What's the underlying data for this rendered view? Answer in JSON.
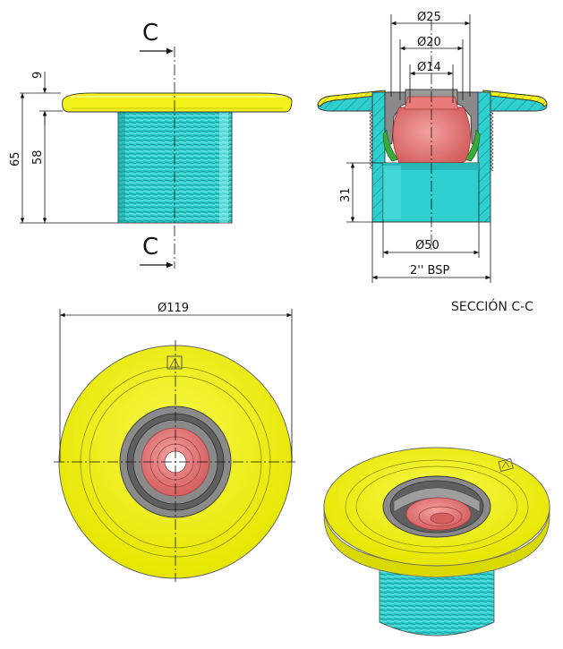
{
  "section_letter": "C",
  "section_title": "SECCIÓN C-C",
  "dimensions": {
    "flange_thickness": "9",
    "body_length": "58",
    "total_length": "65",
    "insert_depth": "31",
    "dia_25": "Ø25",
    "dia_20": "Ø20",
    "dia_14": "Ø14",
    "dia_50": "Ø50",
    "thread": "2'' BSP",
    "dia_119": "Ø119"
  },
  "colors": {
    "flange": "#f2f21a",
    "thread": "#2fcfcf",
    "ball": "#e87a7a",
    "grey": "#8a8a8a",
    "green": "#3aa83a"
  }
}
